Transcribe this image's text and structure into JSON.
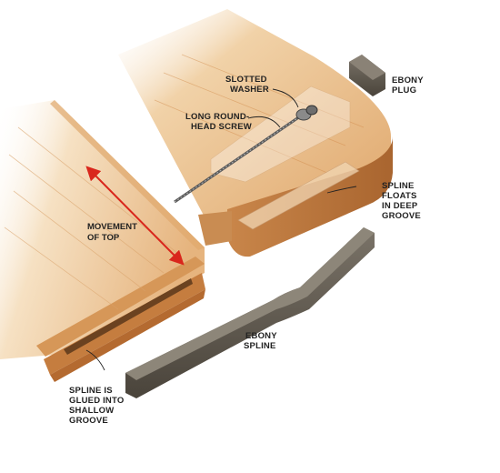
{
  "labels": {
    "slotted_washer": [
      "SLOTTED",
      "WASHER"
    ],
    "long_screw": [
      "LONG ROUND-",
      "HEAD SCREW"
    ],
    "ebony_plug": [
      "EBONY",
      "PLUG"
    ],
    "spline_floats": [
      "SPLINE",
      "FLOATS",
      "IN DEEP",
      "GROOVE"
    ],
    "movement": [
      "MOVEMENT",
      "OF TOP"
    ],
    "ebony_spline": [
      "EBONY",
      "SPLINE"
    ],
    "spline_glued": [
      "SPLINE IS",
      "GLUED INTO",
      "SHALLOW",
      "GROOVE"
    ]
  },
  "colors": {
    "wood_light": "#f3d9b4",
    "wood_mid": "#e3b07a",
    "wood_dark": "#b9743c",
    "ebony": "#5b554b",
    "ebony_dark": "#3a352e",
    "arrow": "#d9261c"
  }
}
